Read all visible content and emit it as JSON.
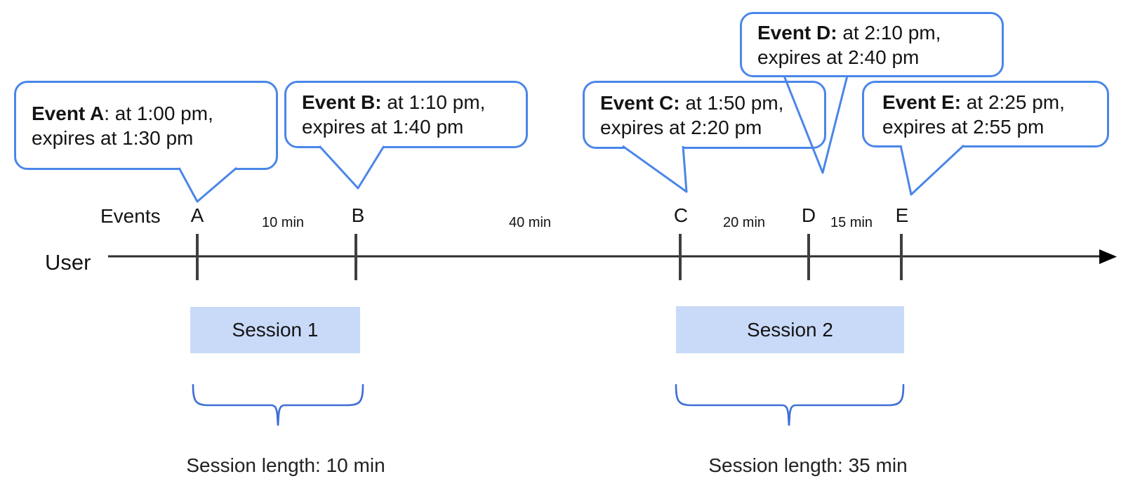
{
  "bubbles": [
    {
      "id": "a",
      "bold": "Event A",
      "rest": ": at 1:00 pm,",
      "line2": "expires at 1:30 pm"
    },
    {
      "id": "b",
      "bold": "Event B:",
      "rest": " at 1:10 pm,",
      "line2": "expires at 1:40 pm"
    },
    {
      "id": "c",
      "bold": "Event C:",
      "rest": " at 1:50 pm,",
      "line2": "expires at 2:20 pm"
    },
    {
      "id": "d",
      "bold": "Event D:",
      "rest": " at 2:10 pm,",
      "line2": "expires at 2:40 pm"
    },
    {
      "id": "e",
      "bold": "Event E:",
      "rest": " at 2:25 pm,",
      "line2": "expires at 2:55 pm"
    }
  ],
  "timeline": {
    "events_label": "Events",
    "axis_label": "User",
    "events": [
      {
        "label": "A"
      },
      {
        "label": "B"
      },
      {
        "label": "C"
      },
      {
        "label": "D"
      },
      {
        "label": "E"
      }
    ],
    "gaps": [
      {
        "label": "10 min"
      },
      {
        "label": "40 min"
      },
      {
        "label": "20 min"
      },
      {
        "label": "15 min"
      }
    ]
  },
  "sessions": [
    {
      "label": "Session 1",
      "length_label": "Session length: 10 min"
    },
    {
      "label": "Session 2",
      "length_label": "Session length: 35 min"
    }
  ],
  "colors": {
    "bubble_border": "#4a86e8",
    "brace": "#3d6fd6",
    "session_fill": "#c9daf8",
    "axis": "#2d2d2d",
    "tick": "#3f3f3f",
    "text": "#141414"
  }
}
